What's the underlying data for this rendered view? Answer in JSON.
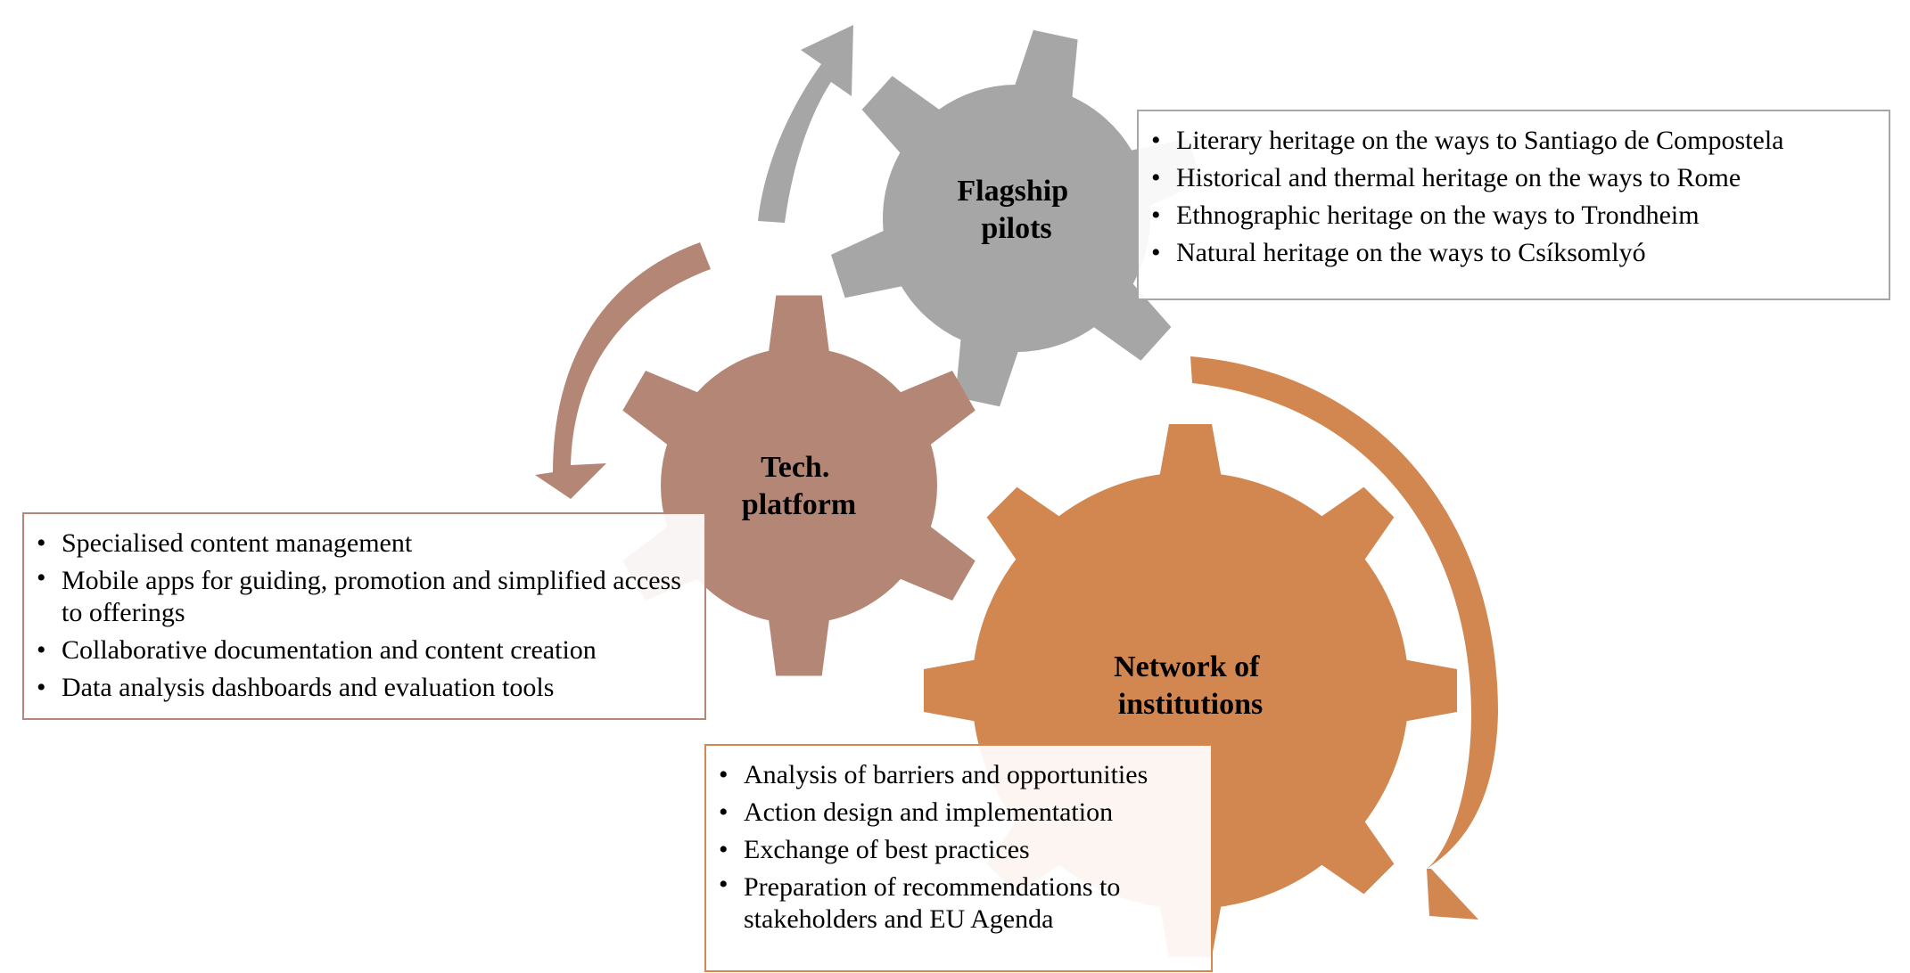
{
  "colors": {
    "flagship": "#a6a6a6",
    "tech": "#b38676",
    "network": "#d28650"
  },
  "gears": {
    "flagship": {
      "label_line1": "Flagship",
      "label_line2": "pilots"
    },
    "tech": {
      "label_line1": "Tech.",
      "label_line2": "platform"
    },
    "network": {
      "label_line1": "Network of",
      "label_line2": "institutions"
    }
  },
  "boxes": {
    "flagship": {
      "items": [
        "Literary heritage on the ways to Santiago de Compostela",
        "Historical and thermal heritage on the ways to Rome",
        "Ethnographic heritage on the ways to Trondheim",
        "Natural heritage on the ways to Csíksomlyó"
      ]
    },
    "tech": {
      "items": [
        "Specialised content management",
        "Mobile apps for guiding, promotion and simplified access to offerings",
        "Collaborative documentation and content creation",
        "Data analysis dashboards and evaluation tools"
      ]
    },
    "network": {
      "items": [
        "Analysis of barriers and opportunities",
        "Action design and implementation",
        "Exchange of best practices",
        "Preparation of recommendations to stakeholders and EU Agenda"
      ]
    }
  }
}
